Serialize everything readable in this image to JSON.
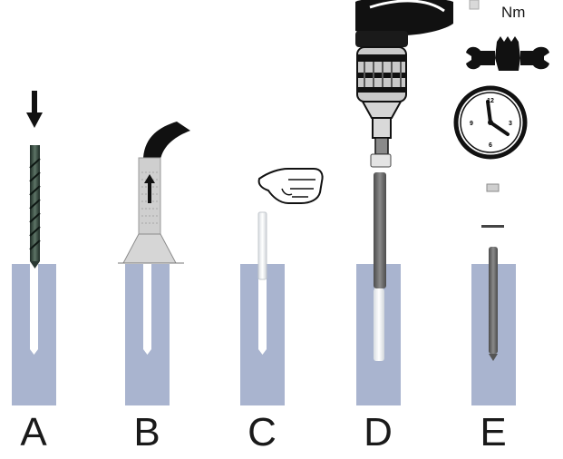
{
  "steps": {
    "a": {
      "label": "A"
    },
    "b": {
      "label": "B"
    },
    "c": {
      "label": "C"
    },
    "d": {
      "label": "D"
    },
    "e": {
      "label": "E"
    }
  },
  "torque": {
    "unit": "Nm"
  },
  "colors": {
    "substrate": "#a9b4cf",
    "hole": "#ffffff",
    "anchor_rod": "#6e6e6e",
    "capsule": "#e9ecef",
    "ink": "#111111"
  },
  "icons": [
    "drill-bit-icon",
    "down-arrow-icon",
    "blower-pump-icon",
    "pointing-hand-icon",
    "hammer-drill-icon",
    "torque-wrench-icon",
    "clock-icon"
  ]
}
